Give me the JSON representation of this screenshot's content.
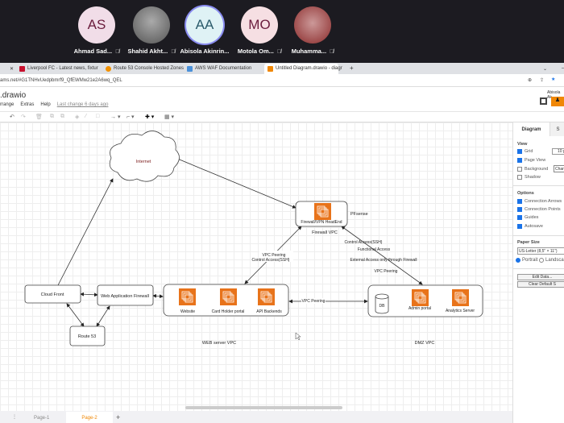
{
  "call": {
    "participants": [
      {
        "initials": "AS",
        "name": "Ahmad Sad...",
        "bg": "#f1dde8",
        "fg": "#6b1d3d",
        "muted": true
      },
      {
        "initials": "",
        "name": "Shahid Akht...",
        "bg": "#7a7a7a",
        "fg": "#fff",
        "muted": true
      },
      {
        "initials": "AA",
        "name": "Abisola Akinrin...",
        "bg": "#dff2f5",
        "fg": "#2b5b6b",
        "muted": false,
        "speaking": true
      },
      {
        "initials": "MO",
        "name": "Motola Om...",
        "bg": "#f6dfe3",
        "fg": "#6b1d3d",
        "muted": true
      },
      {
        "initials": "",
        "name": "Muhamma...",
        "bg": "#8a3a3a",
        "fg": "#fff",
        "muted": true
      }
    ]
  },
  "browser": {
    "tabs": [
      {
        "label": "Liverpool FC - Latest news, fixtur",
        "color": "#c8102e"
      },
      {
        "label": "Route 53 Console Hosted Zones",
        "color": "#f29100"
      },
      {
        "label": "AWS WAF Documentation",
        "color": "#4a90d9"
      },
      {
        "label": "Untitled Diagram.drawio - diagr",
        "color": "#f08705",
        "active": true
      }
    ],
    "new_tab": "+",
    "url": "ams.net/#G1TNHvUedpbmrf9_QfEWMw21e2A6wq_QEL"
  },
  "drawio": {
    "title": ".drawio",
    "menu": [
      "rrange",
      "Extras",
      "Help"
    ],
    "last_change": "Last change 6 days ago",
    "user": "Abisola Ak",
    "toolbar": [
      "↶",
      "↷",
      "🗑",
      "⧉",
      "⧉",
      "◈",
      "⁄",
      "□",
      "→ ▾",
      "⌐ ▾",
      "✚ ▾",
      "▦ ▾"
    ]
  },
  "diagram": {
    "internet": "Internet",
    "firewall": "Firewall/VPN HeadEnd",
    "pfsense": "PFsense",
    "firewall_vpc": "Firewall VPC",
    "cloudfront": "Cloud Front",
    "waf": "Web Application Firewall",
    "route53": "Route 53",
    "website": "Website",
    "cardholder": "Card Holder portal",
    "api": "API Backends",
    "web_vpc": "WEB server VPC",
    "db": "DB",
    "admin": "Admin portal",
    "analytics": "Analytics Server",
    "dmz_vpc": "DMZ VPC",
    "edge_vpc_peering": "VPC Peering",
    "edge_control_access": "Control Access(SSH)",
    "edge_control_access_2": "Control Access(SSH)",
    "edge_functional": "Functional Access",
    "edge_external": "External Access only through Firewall",
    "edge_vpc_peering_2": "VPC Peering",
    "edge_vpc_peering_3": "VPC Peering",
    "aws_orange": "#e8731a"
  },
  "panel": {
    "tabs": [
      "Diagram",
      "S"
    ],
    "view": "View",
    "grid": "Grid",
    "grid_size": "10 p",
    "page_view": "Page View",
    "background": "Background",
    "change": "Chan",
    "shadow": "Shadow",
    "options": "Options",
    "conn_arrows": "Connection Arrows",
    "conn_points": "Connection Points",
    "guides": "Guides",
    "autosave": "Autosave",
    "paper_size": "Paper Size",
    "paper": "US-Letter (8,5\" × 11\")",
    "portrait": "Portrait",
    "landscape": "Landsca",
    "edit_data": "Edit Data...",
    "clear_default": "Clear Default S"
  },
  "pages": {
    "items": [
      "Page-1",
      "Page-2"
    ],
    "active": "Page-2",
    "add": "+"
  }
}
